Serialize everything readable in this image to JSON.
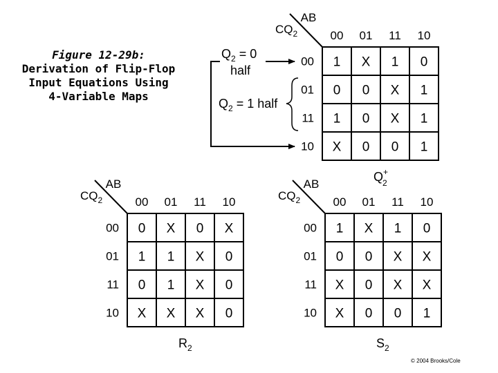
{
  "caption": {
    "title": "Figure 12-29b:",
    "line1": "Derivation of Flip-Flop",
    "line2": "Input Equations Using",
    "line3": "4-Variable Maps"
  },
  "maps": {
    "q2plus": {
      "col_var": "AB",
      "row_var": "CQ",
      "row_var_sub": "2",
      "cols": [
        "00",
        "01",
        "11",
        "10"
      ],
      "rows": [
        "00",
        "01",
        "11",
        "10"
      ],
      "cells": [
        [
          "1",
          "X",
          "1",
          "0"
        ],
        [
          "0",
          "0",
          "X",
          "1"
        ],
        [
          "1",
          "0",
          "X",
          "1"
        ],
        [
          "X",
          "0",
          "0",
          "1"
        ]
      ],
      "label_main": "Q",
      "label_sup": "+",
      "label_sub": "2"
    },
    "r2": {
      "col_var": "AB",
      "row_var": "CQ",
      "row_var_sub": "2",
      "cols": [
        "00",
        "01",
        "11",
        "10"
      ],
      "rows": [
        "00",
        "01",
        "11",
        "10"
      ],
      "cells": [
        [
          "0",
          "X",
          "0",
          "X"
        ],
        [
          "1",
          "1",
          "X",
          "0"
        ],
        [
          "0",
          "1",
          "X",
          "0"
        ],
        [
          "X",
          "X",
          "X",
          "0"
        ]
      ],
      "label_main": "R",
      "label_sub": "2"
    },
    "s2": {
      "col_var": "AB",
      "row_var": "CQ",
      "row_var_sub": "2",
      "cols": [
        "00",
        "01",
        "11",
        "10"
      ],
      "rows": [
        "00",
        "01",
        "11",
        "10"
      ],
      "cells": [
        [
          "1",
          "X",
          "1",
          "0"
        ],
        [
          "0",
          "0",
          "X",
          "X"
        ],
        [
          "X",
          "0",
          "X",
          "X"
        ],
        [
          "X",
          "0",
          "0",
          "1"
        ]
      ],
      "label_main": "S",
      "label_sub": "2"
    }
  },
  "annotations": {
    "q0_main": "Q",
    "q0_sub": "2",
    "q0_rest": " = 0",
    "q0_line2": "half",
    "q1_main": "Q",
    "q1_sub": "2",
    "q1_rest": " = 1 half"
  },
  "copyright": "© 2004 Brooks/Cole"
}
